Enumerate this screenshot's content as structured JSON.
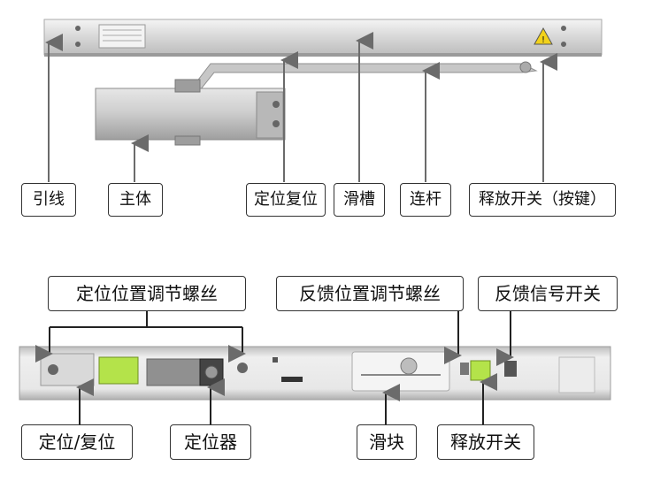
{
  "top_labels": [
    "引线",
    "主体",
    "定位复位",
    "滑槽",
    "连杆",
    "释放开关（按键）"
  ],
  "bottom_top_labels": [
    "定位位置调节螺丝",
    "反馈位置调节螺丝",
    "反馈信号开关"
  ],
  "bottom_bottom_labels": [
    "定位/复位",
    "定位器",
    "滑块",
    "释放开关"
  ],
  "colors": {
    "arrow": "#6b6b6b",
    "line": "#222222",
    "rail": "#dcdcdc",
    "body": "#c9c9c9",
    "warning": "#f2d21b",
    "switch_green": "#b4e34a"
  }
}
